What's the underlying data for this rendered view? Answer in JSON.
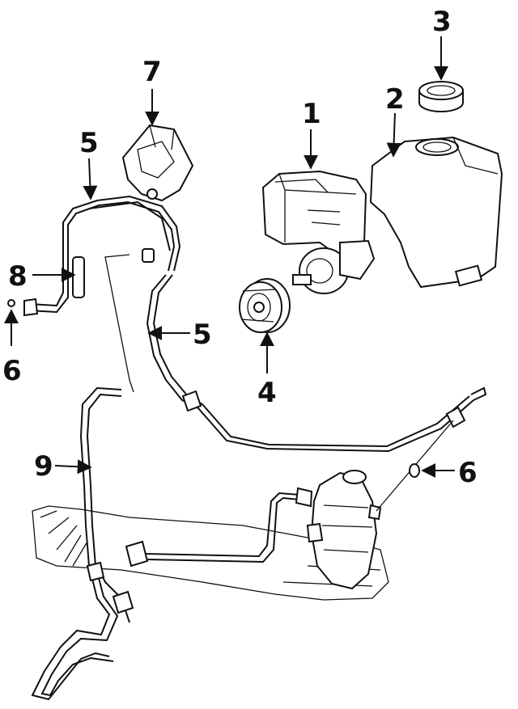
{
  "callouts": {
    "c1": "1",
    "c2": "2",
    "c3": "3",
    "c4": "4",
    "c5a": "5",
    "c5b": "5",
    "c6a": "6",
    "c6b": "6",
    "c7": "7",
    "c8": "8",
    "c9": "9"
  },
  "colors": {
    "ink": "#111111",
    "background": "#ffffff",
    "shade": "#e8e8e8"
  }
}
